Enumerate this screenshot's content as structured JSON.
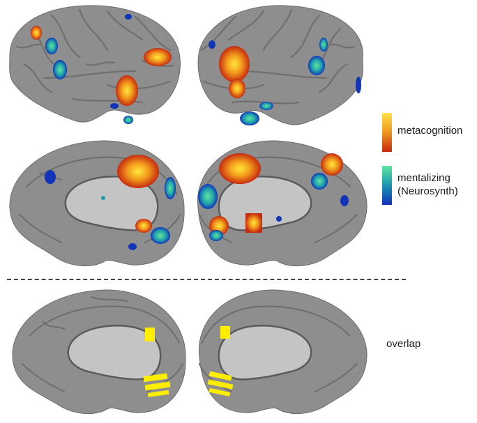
{
  "legend": {
    "metacognition_label": "metacognition",
    "mentalizing_label_line1": "mentalizing",
    "mentalizing_label_line2": "(Neurosynth)",
    "metacognition_colors": [
      "#ffe24a",
      "#f0a020",
      "#c82a10"
    ],
    "mentalizing_colors": [
      "#5fe7a0",
      "#1f9fb0",
      "#1030b8"
    ]
  },
  "overlap_label": "overlap",
  "colors": {
    "cortex": "#8e8e8e",
    "cortex_dark": "#6f6f6f",
    "medial_wall": "#c4c4c4",
    "overlap": "#ffee00"
  }
}
